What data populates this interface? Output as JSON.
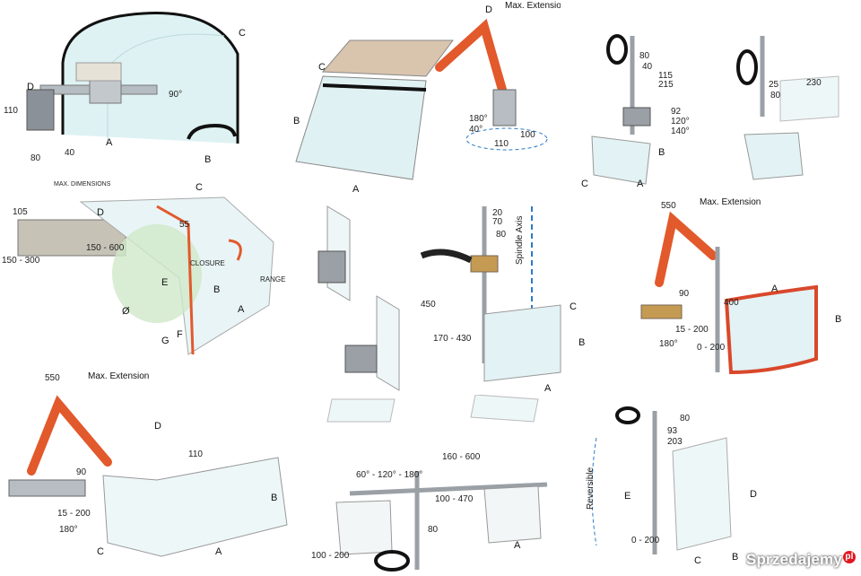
{
  "captions": {
    "max_extension": "Max. Extension",
    "spindle_axis": "Spindle Axis",
    "reversible": "Reversible",
    "max_dimensions": "MAX. DIMENSIONS",
    "range": "RANGE",
    "closure": "CLOSURE"
  },
  "dims": {
    "p1": [
      "110",
      "80",
      "40",
      "90°",
      "A",
      "B",
      "C",
      "D"
    ],
    "p2": [
      "A",
      "B",
      "C",
      "D",
      "180°",
      "40°",
      "110",
      "100"
    ],
    "p3": [
      "115",
      "215",
      "80",
      "40",
      "92",
      "120°",
      "140°",
      "A",
      "B",
      "C"
    ],
    "p4": [
      "230",
      "25",
      "80"
    ],
    "p5": [
      "105",
      "150 - 600",
      "150 - 300",
      "55",
      "A",
      "B",
      "C",
      "D",
      "E",
      "F",
      "G",
      "Ø"
    ],
    "p7": [
      "20",
      "70",
      "80",
      "450",
      "170 - 430",
      "A",
      "B",
      "C"
    ],
    "p8": [
      "550",
      "400",
      "90",
      "15 - 200",
      "0 - 200",
      "180°",
      "A",
      "B"
    ],
    "p9": [
      "550",
      "90",
      "110",
      "15 - 200",
      "180°",
      "A",
      "B",
      "C",
      "D"
    ],
    "p10": [
      "60° - 120° - 180°",
      "160 - 600",
      "100 - 470",
      "80",
      "100 - 200",
      "A"
    ],
    "p11": [
      "80",
      "93",
      "203",
      "0 - 200",
      "D",
      "E",
      "C",
      "B"
    ]
  },
  "watermark": {
    "text": "Sprzedajemy",
    "tld": "pl"
  },
  "colors": {
    "accent": "#e2592c",
    "label_red": "#c0282a",
    "glass": "#d6eef0",
    "steel": "#9aa0a6"
  }
}
